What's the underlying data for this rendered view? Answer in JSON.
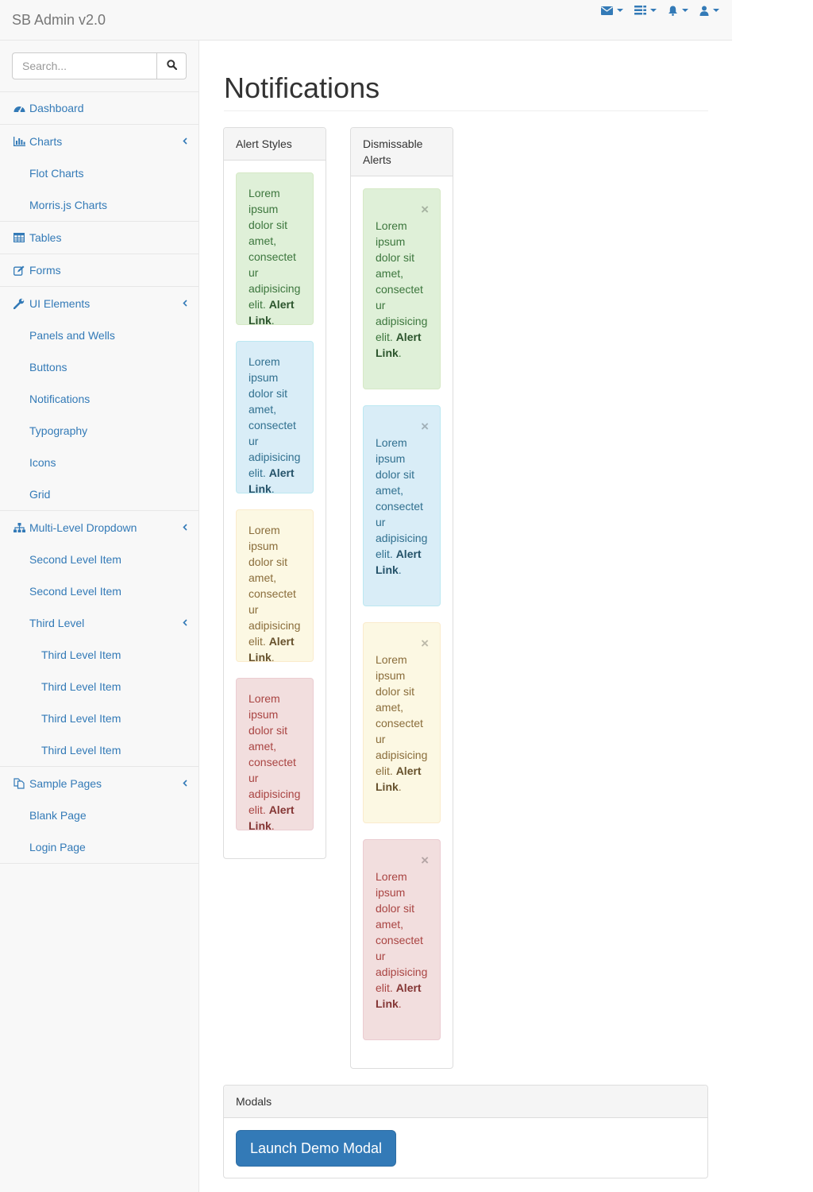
{
  "brand": "SB Admin v2.0",
  "top_links": [
    {
      "icon": "envelope-icon"
    },
    {
      "icon": "tasks-icon"
    },
    {
      "icon": "bell-icon"
    },
    {
      "icon": "user-icon"
    }
  ],
  "search": {
    "placeholder": "Search...",
    "value": ""
  },
  "sidebar": {
    "dashboard": "Dashboard",
    "charts": "Charts",
    "charts_sub": [
      "Flot Charts",
      "Morris.js Charts"
    ],
    "tables": "Tables",
    "forms": "Forms",
    "ui_elements": "UI Elements",
    "ui_sub": [
      "Panels and Wells",
      "Buttons",
      "Notifications",
      "Typography",
      "Icons",
      "Grid"
    ],
    "multi": "Multi-Level Dropdown",
    "multi_sub": [
      "Second Level Item",
      "Second Level Item"
    ],
    "third_level": "Third Level",
    "third_sub": [
      "Third Level Item",
      "Third Level Item",
      "Third Level Item",
      "Third Level Item"
    ],
    "sample_pages": "Sample Pages",
    "sample_sub": [
      "Blank Page",
      "Login Page"
    ]
  },
  "page_title": "Notifications",
  "alert_styles": {
    "heading": "Alert Styles",
    "text": "Lorem ipsum dolor sit amet, consectetur adipisicing elit.",
    "link": "Alert Link",
    "period": "."
  },
  "dismissable": {
    "heading": "Dismissable Alerts",
    "close": "×"
  },
  "modals": {
    "heading": "Modals",
    "button": "Launch Demo Modal"
  },
  "colors": {
    "link": "#337ab7",
    "success_bg": "#dff0d8",
    "info_bg": "#d9edf7",
    "warning_bg": "#fcf8e3",
    "danger_bg": "#f2dede"
  }
}
